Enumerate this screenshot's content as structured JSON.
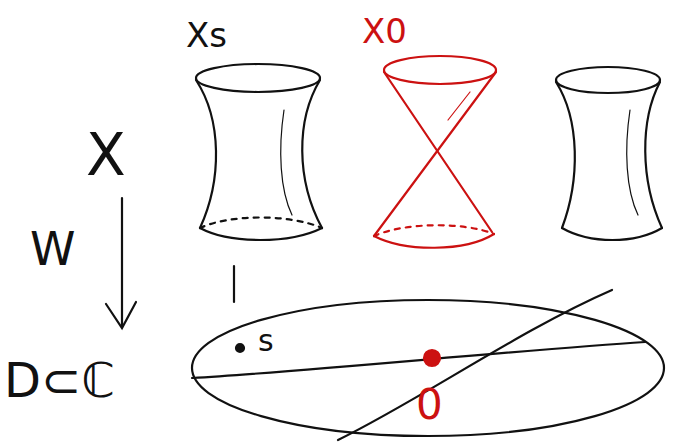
{
  "diagram": {
    "labels": [
      "Xs",
      "X0",
      "X",
      "W",
      "D⊂ℂ",
      "s",
      "0"
    ]
  }
}
